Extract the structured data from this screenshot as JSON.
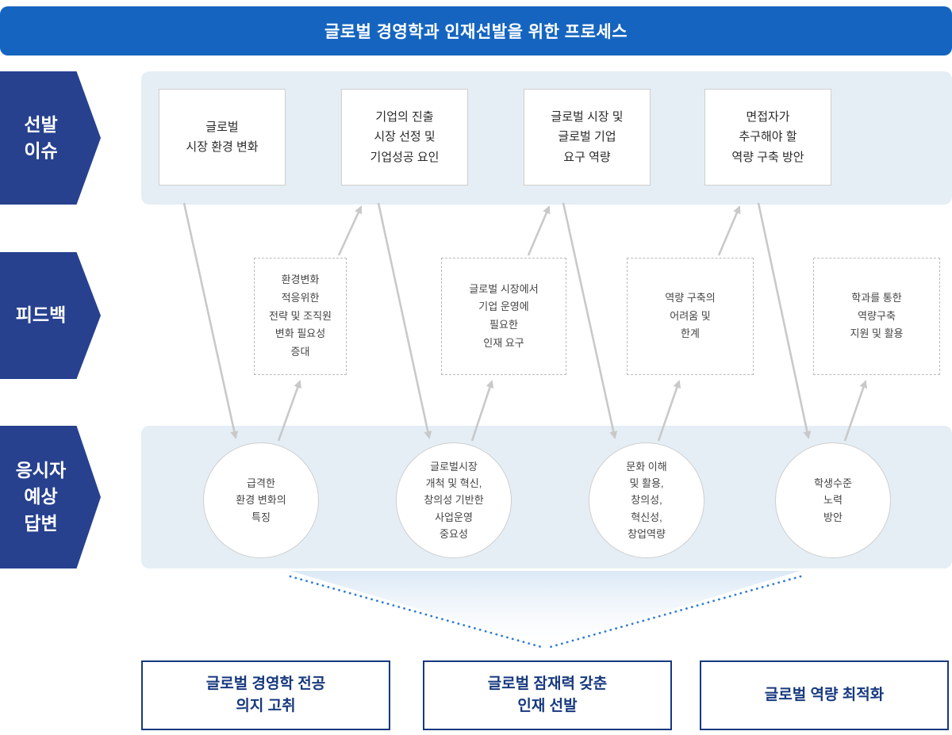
{
  "header": {
    "title": "글로벌 경영학과 인재선발을 위한 프로세스"
  },
  "stages": {
    "selection_issues": {
      "label": "선발\n이슈"
    },
    "feedback": {
      "label": "피드백"
    },
    "expected_answers": {
      "label": "응시자\n예상\n답변"
    }
  },
  "issue_boxes": [
    {
      "text": "글로벌\n시장 환경 변화"
    },
    {
      "text": "기업의 진출\n시장 선정 및\n기업성공 요인"
    },
    {
      "text": "글로벌 시장 및\n글로벌 기업\n요구 역량"
    },
    {
      "text": "면접자가\n추구해야 할\n역량 구축 방안"
    }
  ],
  "feedback_boxes": [
    {
      "text": "환경변화\n적응위한\n전략 및 조직원\n변화 필요성\n증대"
    },
    {
      "text": "글로벌 시장에서\n기업 운영에\n필요한\n인재 요구"
    },
    {
      "text": "역량 구축의\n어려움 및\n한계"
    },
    {
      "text": "학과를 통한\n역량구축\n지원 및 활용"
    }
  ],
  "answer_circles": [
    {
      "text": "급격한\n환경 변화의\n특징"
    },
    {
      "text": "글로벌시장\n개척 및 혁신,\n창의성 기반한\n사업운영\n중요성"
    },
    {
      "text": "문화 이해\n및 활용,\n창의성,\n혁신성,\n창업역량"
    },
    {
      "text": "학생수준\n노력\n방안"
    }
  ],
  "outcome_boxes": [
    {
      "text": "글로벌 경영학 전공\n의지 고취"
    },
    {
      "text": "글로벌 잠재력 갖춘\n인재 선발"
    },
    {
      "text": "글로벌 역량 최적화"
    }
  ],
  "colors": {
    "header_bg": "#1565C0",
    "stage_arrow_bg": "#27418F",
    "band_bg": "#E5EEF5",
    "box_border": "#CFCFCF",
    "dashed_border": "#BBBBBB",
    "connector": "#C9C9C9",
    "funnel_dotted": "#2E7CD6",
    "outcome_border": "#17397E",
    "outcome_text": "#17397E"
  }
}
